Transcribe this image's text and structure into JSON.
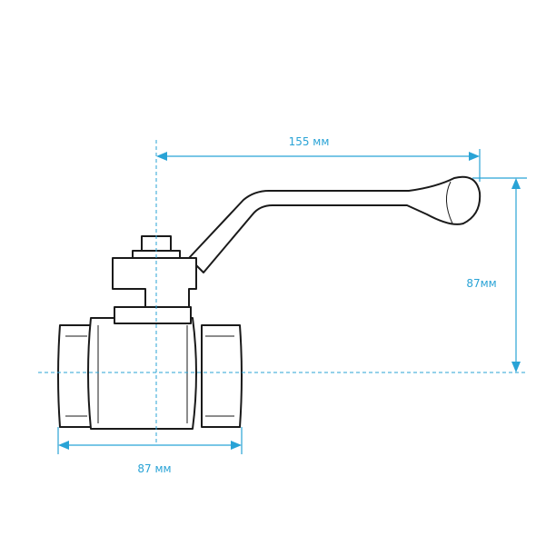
{
  "drawing": {
    "subject": "ball-valve",
    "accent_color": "#29a3d6",
    "outline_color": "#1a1a1a"
  },
  "dimensions": {
    "handle_length": "155 мм",
    "height": "87мм",
    "body_length": "87 мм"
  }
}
